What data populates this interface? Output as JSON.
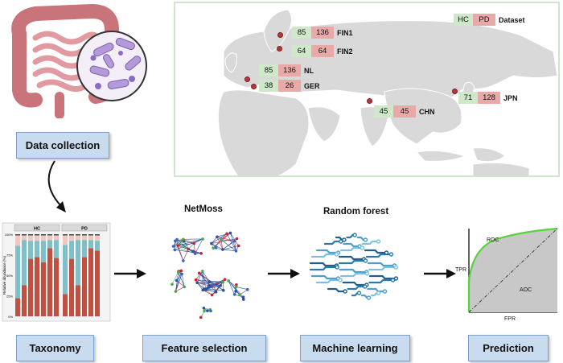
{
  "steps": {
    "data_collection": "Data collection",
    "taxonomy": "Taxonomy",
    "feature_selection": "Feature selection",
    "machine_learning": "Machine learning",
    "prediction": "Prediction"
  },
  "method_titles": {
    "netmoss": "NetMoss",
    "random_forest": "Random forest"
  },
  "legend": {
    "hc": "HC",
    "pd": "PD",
    "label": "Dataset"
  },
  "cohorts": [
    {
      "name": "FIN1",
      "hc": "85",
      "pd": "136"
    },
    {
      "name": "FIN2",
      "hc": "64",
      "pd": "64"
    },
    {
      "name": "NL",
      "hc": "85",
      "pd": "136"
    },
    {
      "name": "GER",
      "hc": "38",
      "pd": "26"
    },
    {
      "name": "CHN",
      "hc": "45",
      "pd": "45"
    },
    {
      "name": "JPN",
      "hc": "71",
      "pd": "128"
    }
  ],
  "bar_chart": {
    "group_labels": [
      "HC",
      "PD"
    ],
    "y_axis_label": "Relative abundance (%)",
    "y_ticks": [
      "100%",
      "75%",
      "50%",
      "25%",
      "0%"
    ],
    "colors": {
      "bottom": "#c0503f",
      "middle": "#7fbfc8",
      "top": "#f0c8c0",
      "dark": "#3e4a4a"
    },
    "samples": [
      {
        "group": "HC",
        "red": 0.22,
        "teal": 0.64
      },
      {
        "group": "HC",
        "red": 0.38,
        "teal": 0.55
      },
      {
        "group": "HC",
        "red": 0.7,
        "teal": 0.22
      },
      {
        "group": "HC",
        "red": 0.72,
        "teal": 0.2
      },
      {
        "group": "HC",
        "red": 0.66,
        "teal": 0.26
      },
      {
        "group": "HC",
        "red": 0.83,
        "teal": 0.1
      },
      {
        "group": "HC",
        "red": 0.71,
        "teal": 0.22
      },
      {
        "group": "PD",
        "red": 0.27,
        "teal": 0.6
      },
      {
        "group": "PD",
        "red": 0.7,
        "teal": 0.22
      },
      {
        "group": "PD",
        "red": 0.38,
        "teal": 0.55
      },
      {
        "group": "PD",
        "red": 0.72,
        "teal": 0.21
      },
      {
        "group": "PD",
        "red": 0.83,
        "teal": 0.1
      },
      {
        "group": "PD",
        "red": 0.8,
        "teal": 0.12
      }
    ]
  },
  "roc_plot": {
    "curve_label": "ROC",
    "area_label": "AOC",
    "x_label": "FPR",
    "y_label": "TPR"
  }
}
